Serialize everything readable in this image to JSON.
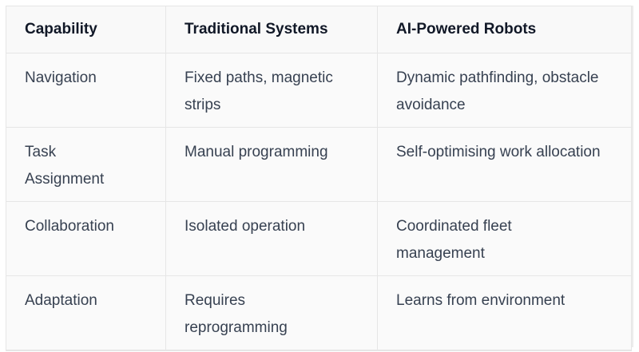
{
  "table": {
    "headers": [
      "Capability",
      "Traditional Systems",
      "AI-Powered Robots"
    ],
    "rows": [
      {
        "capability": "Navigation",
        "traditional": "Fixed paths, magnetic strips",
        "ai": "Dynamic pathfinding, obstacle avoidance"
      },
      {
        "capability": "Task Assignment",
        "traditional": "Manual programming",
        "ai": "Self-optimising work allocation"
      },
      {
        "capability": "Collaboration",
        "traditional": "Isolated operation",
        "ai": "Coordinated fleet management"
      },
      {
        "capability": "Adaptation",
        "traditional": "Requires reprogramming",
        "ai": "Learns from environment"
      }
    ]
  },
  "colors": {
    "header_text": "#111827",
    "body_text": "#374151",
    "border": "#e6e6e6",
    "cell_background": "#fafafa"
  }
}
